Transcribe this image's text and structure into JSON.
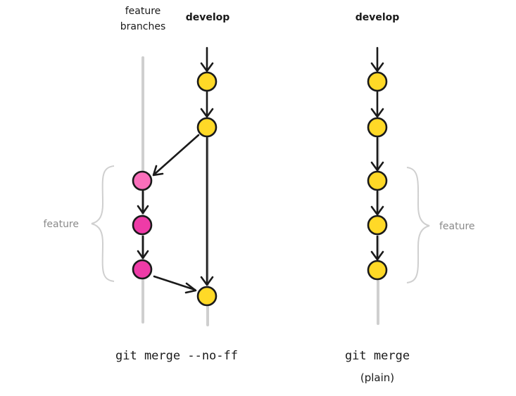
{
  "left_panel": {
    "feature_branches_label_line1": "feature",
    "feature_branches_label_line2": "branches",
    "develop_label": "develop",
    "brace_label": "feature",
    "caption": "git merge --no-ff"
  },
  "right_panel": {
    "develop_label": "develop",
    "brace_label": "feature",
    "caption_line1": "git merge",
    "caption_line2": "(plain)"
  },
  "colors": {
    "develop_commit": "#ffd927",
    "feature_commit_light": "#fa6fbb",
    "feature_commit": "#ee3ba7",
    "track": "#cfcfcf",
    "brace": "#cfcfcf",
    "ink": "#1a1a1a",
    "muted_text": "#8a8a8a"
  }
}
